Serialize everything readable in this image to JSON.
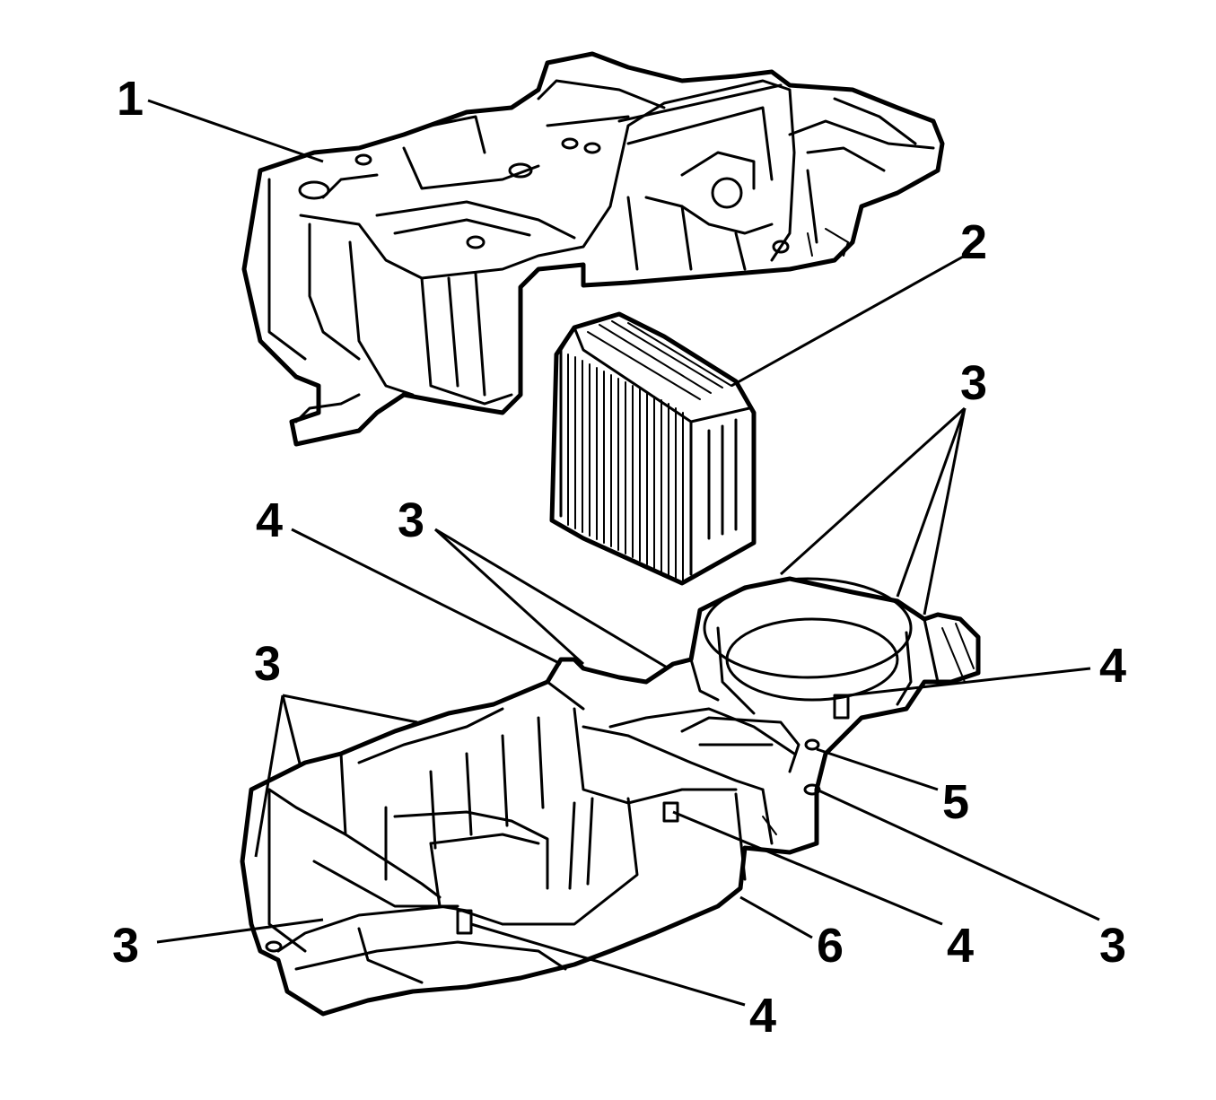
{
  "callouts": [
    {
      "id": "c1",
      "text": "1"
    },
    {
      "id": "c2",
      "text": "2"
    },
    {
      "id": "c3a",
      "text": "3"
    },
    {
      "id": "c3b",
      "text": "3"
    },
    {
      "id": "c3c",
      "text": "3"
    },
    {
      "id": "c3d",
      "text": "3"
    },
    {
      "id": "c3e",
      "text": "3"
    },
    {
      "id": "c4a",
      "text": "4"
    },
    {
      "id": "c4b",
      "text": "4"
    },
    {
      "id": "c4c",
      "text": "4"
    },
    {
      "id": "c4d",
      "text": "4"
    },
    {
      "id": "c5",
      "text": "5"
    },
    {
      "id": "c6",
      "text": "6"
    }
  ]
}
